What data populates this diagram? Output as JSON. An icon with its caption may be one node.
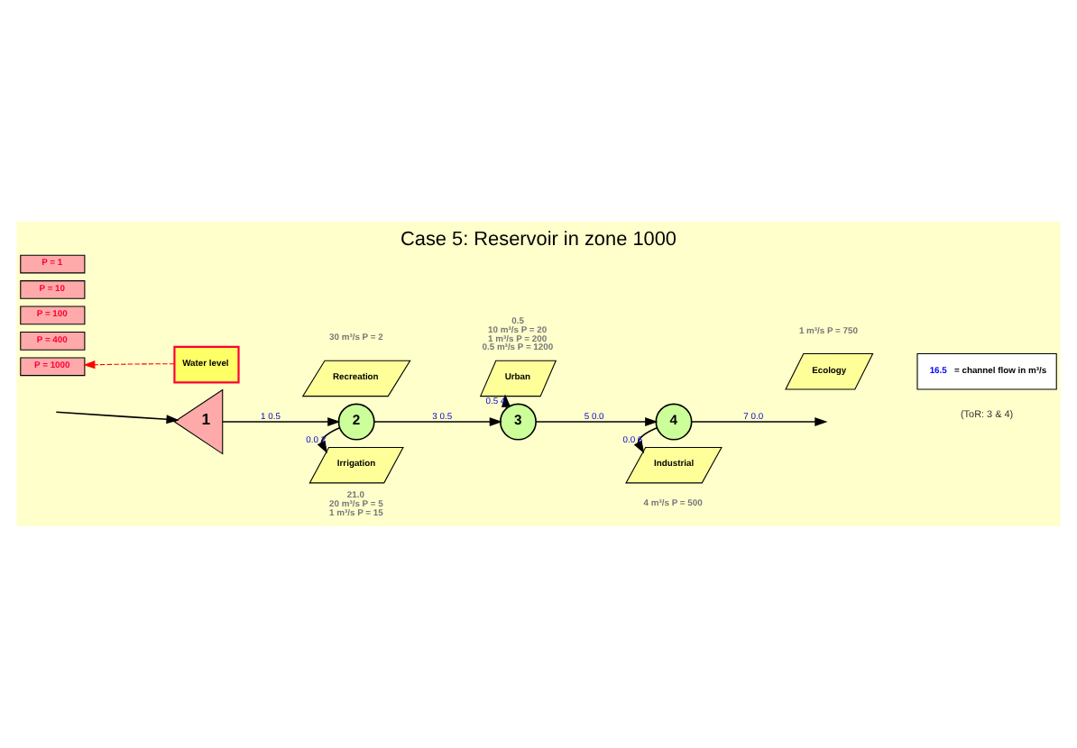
{
  "diagram": {
    "title": "Case 5: Reservoir in zone 1000",
    "nodes": [
      {
        "text": [
          "1"
        ]
      },
      {
        "text": [
          "2"
        ]
      },
      {
        "text": [
          "3"
        ]
      },
      {
        "text": [
          "4"
        ]
      },
      {
        "text": [
          "Recreation"
        ],
        "beside": [
          "30 m³/s P = 2"
        ]
      },
      {
        "text": [
          "Irrigation"
        ],
        "beside": [
          "21.0",
          "20 m³/s P = 5",
          "1 m³/s P = 15"
        ]
      },
      {
        "text": [
          "Urban"
        ],
        "beside": [
          "0.5",
          "10 m³/s P = 20",
          "1 m³/s P = 200",
          "0.5 m³/s P = 1200"
        ]
      },
      {
        "text": [
          "Industrial"
        ],
        "beside": [
          "4 m³/s P = 500"
        ]
      },
      {
        "text": [
          "Ecology"
        ],
        "beside": [
          "1 m³/s P = 750"
        ]
      },
      {
        "text": [
          "P = 1"
        ]
      },
      {
        "text": [
          "P = 10"
        ]
      },
      {
        "text": [
          "P = 100"
        ]
      },
      {
        "text": [
          "P = 400"
        ]
      },
      {
        "text": [
          "P = 1000"
        ]
      },
      {
        "text": [
          "Water level"
        ]
      },
      {
        "text": [
          "16.5",
          "= channel flow in m³/s"
        ]
      }
    ],
    "edges": [
      {
        "from": null,
        "to": 0,
        "arrow": "to"
      },
      {
        "from": 0,
        "to": 1,
        "arrow": "to",
        "label": "1 0.5"
      },
      {
        "from": 1,
        "to": 5,
        "arrow": "to",
        "label": "0.0 2"
      },
      {
        "from": 1,
        "to": 2,
        "arrow": "to",
        "label": "3 0.5"
      },
      {
        "from": 2,
        "to": 6,
        "arrow": "to",
        "label": "0.5 4"
      },
      {
        "from": 2,
        "to": 3,
        "arrow": "to",
        "label": "5 0.0"
      },
      {
        "from": 3,
        "to": 7,
        "arrow": "to",
        "label": "0.0 6"
      },
      {
        "from": 3,
        "to": null,
        "arrow": "to",
        "label": "7 0.0"
      },
      {
        "from": 14,
        "to": 13,
        "arrow": "to",
        "style": "dashed",
        "color": "#ff0000"
      }
    ],
    "labels": [
      "(ToR: 3 & 4)"
    ]
  }
}
